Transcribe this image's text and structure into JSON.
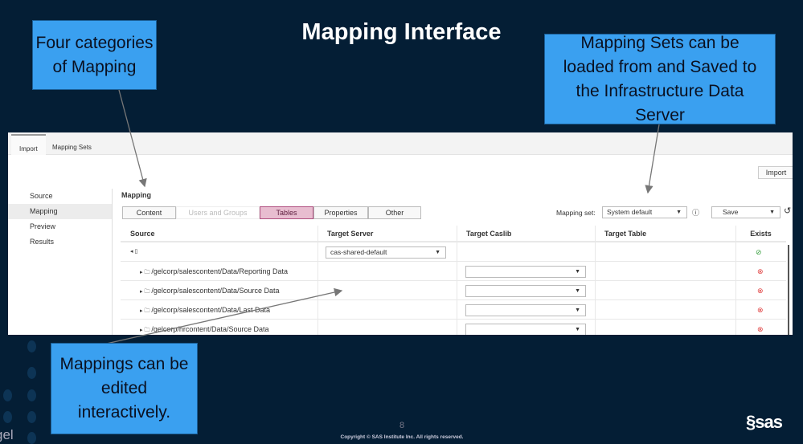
{
  "slide": {
    "title": "Mapping Interface",
    "page_number": "8",
    "copyright": "Copyright © SAS Institute Inc. All rights reserved.",
    "logo": "sas",
    "left_partial_text": "gel"
  },
  "callouts": {
    "categories": "Four categories of Mapping",
    "mapping_sets": "Mapping Sets can be loaded from and Saved to the Infrastructure Data Server",
    "editing": "Mappings can be edited interactively."
  },
  "app": {
    "tabs": [
      {
        "label": "Import",
        "active": true
      },
      {
        "label": "Mapping Sets",
        "active": false
      }
    ],
    "import_button": "Import",
    "sidebar": [
      {
        "label": "Source"
      },
      {
        "label": "Mapping",
        "selected": true
      },
      {
        "label": "Preview"
      },
      {
        "label": "Results"
      }
    ],
    "section_title": "Mapping",
    "categories": [
      {
        "label": "Content"
      },
      {
        "label": "Users and Groups",
        "disabled": true
      },
      {
        "label": "Tables",
        "selected": true
      },
      {
        "label": "Properties"
      },
      {
        "label": "Other"
      }
    ],
    "mapping_set_label": "Mapping set:",
    "mapping_set_value": "System default",
    "save_label": "Save",
    "columns": [
      "Source",
      "Target Server",
      "Target Caslib",
      "Target Table",
      "Exists"
    ],
    "root_row": {
      "target_server": "cas-shared-default",
      "exists": true
    },
    "rows": [
      {
        "source": "/gelcorp/salescontent/Data/Reporting Data",
        "exists": false
      },
      {
        "source": "/gelcorp/salescontent/Data/Source Data",
        "exists": false
      },
      {
        "source": "/gelcorp/salescontent/Data/Last Data",
        "exists": false
      },
      {
        "source": "/gelcorp/hrcontent/Data/Source Data",
        "exists": false
      }
    ]
  },
  "colors": {
    "background": "#041e35",
    "callout": "#3aa0f0",
    "selected_tab": "#e8bdd0",
    "ok": "#3aa040",
    "error": "#e04040"
  }
}
